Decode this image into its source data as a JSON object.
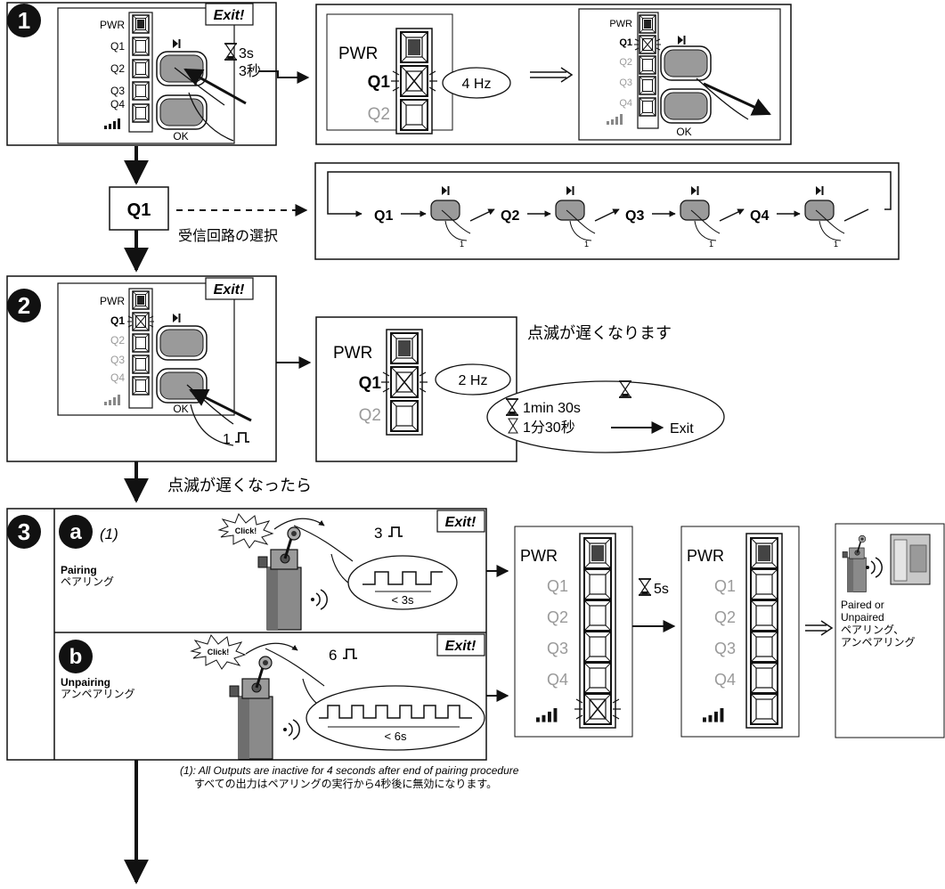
{
  "labels": {
    "pwr": "PWR",
    "q1": "Q1",
    "q2": "Q2",
    "q3": "Q3",
    "q4": "Q4",
    "ok": "OK",
    "exit": "Exit!",
    "exit_plain": "Exit"
  },
  "steps": {
    "one": "1",
    "two": "2",
    "three": "3",
    "a": "a",
    "b": "b"
  },
  "step1": {
    "time_en": "3s",
    "time_ja": "3秒",
    "freq": "4 Hz"
  },
  "select": {
    "label": "Q1",
    "caption": "受信回路の選択",
    "pulse": "1"
  },
  "step2": {
    "freq": "2 Hz",
    "note": "点滅が遅くなります",
    "pulse": "1",
    "timeout_en": "1min 30s",
    "timeout_ja": "1分30秒"
  },
  "after_step2": "点滅が遅くなったら",
  "step3": {
    "footnote_ref": "(1)",
    "a": {
      "title_en": "Pairing",
      "title_ja": "ペアリング",
      "pulses": "3",
      "duration": "< 3s",
      "click": "Click!"
    },
    "b": {
      "title_en": "Unpairing",
      "title_ja": "アンペアリング",
      "pulses": "6",
      "duration": "< 6s",
      "click": "Click!"
    },
    "wait": "5s",
    "result": [
      "Paired or",
      "Unpaired",
      "ペアリング、",
      "アンペアリング"
    ]
  },
  "footnote": {
    "en": "(1): All Outputs are inactive for 4 seconds after end of pairing procedure",
    "ja": "すべての出力はペアリングの実行から4秒後に無効になります。"
  },
  "colors": {
    "stroke": "#111111",
    "button": "#9a9a9a",
    "grey_text": "#9a9a9a"
  }
}
